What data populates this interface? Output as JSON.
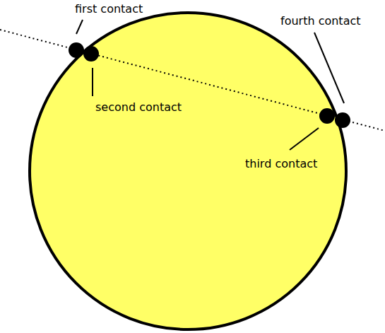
{
  "diagram": {
    "labels": [
      "first contact",
      "fourth contact",
      "second contact",
      "third contact"
    ]
  }
}
